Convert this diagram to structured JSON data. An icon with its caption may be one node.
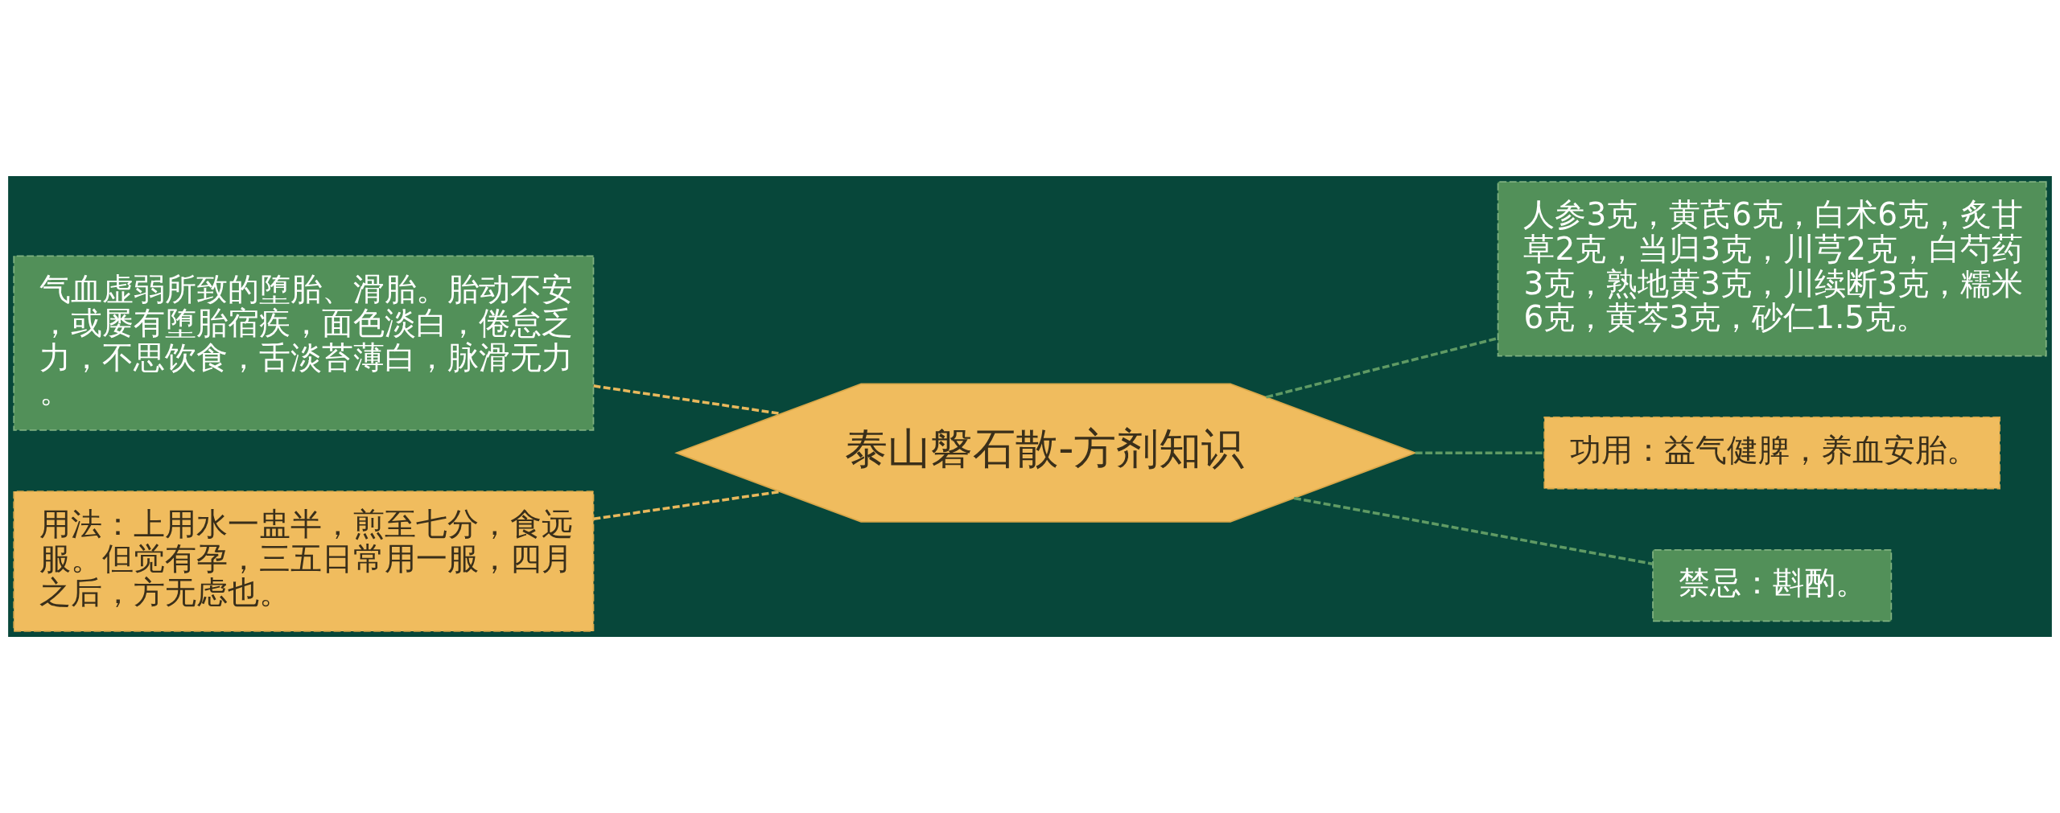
{
  "diagram": {
    "nodes": [
      {
        "text": [
          "泰山磐石散-方剂知识"
        ]
      },
      {
        "text": [
          "气血虚弱所致的堕胎、滑胎。胎动不安，或屡有堕胎宿疾，面色淡白，倦怠乏力，不思饮食，舌淡苔薄白，脉滑无力。"
        ]
      },
      {
        "text": [
          "用法：上用水一盅半，煎至七分，食远服。但觉有孕，三五日常用一服，四月之后，方无虑也。"
        ]
      },
      {
        "text": [
          "人参3克，黄芪6克，白术6克，炙甘草2克，当归3克，川芎2克，白芍药3克，熟地黄3克，川续断3克，糯米6克，黄芩3克，砂仁1.5克。"
        ]
      },
      {
        "text": [
          "功用：益气健脾，养血安胎。"
        ]
      },
      {
        "text": [
          "禁忌：斟酌。"
        ]
      }
    ],
    "edges": [
      {
        "from": 0,
        "to": 1,
        "arrow": "none",
        "style": "dashed",
        "color": "#e8b85c"
      },
      {
        "from": 0,
        "to": 2,
        "arrow": "none",
        "style": "dashed",
        "color": "#e8b85c"
      },
      {
        "from": 0,
        "to": 3,
        "arrow": "none",
        "style": "dashed",
        "color": "#5f9a64"
      },
      {
        "from": 0,
        "to": 4,
        "arrow": "none",
        "style": "dashed",
        "color": "#5f9a64"
      },
      {
        "from": 0,
        "to": 5,
        "arrow": "none",
        "style": "dashed",
        "color": "#5f9a64"
      }
    ]
  }
}
